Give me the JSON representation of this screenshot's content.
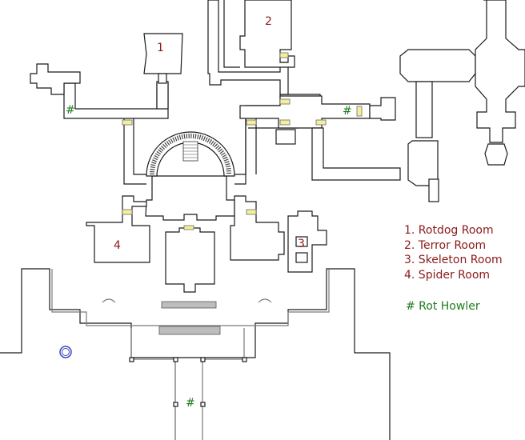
{
  "legend": {
    "rooms": [
      {
        "text": "1. Rotdog Room"
      },
      {
        "text": "2. Terror Room"
      },
      {
        "text": "3. Skeleton Room"
      },
      {
        "text": "4. Spider Room"
      }
    ],
    "enemy": "# Rot Howler"
  },
  "room_labels": [
    "1",
    "2",
    "3",
    "4"
  ],
  "marker_symbol": "#",
  "colors": {
    "room_label": "#8b1a1a",
    "enemy_marker": "#1f7a1f",
    "door": "#f3ef9a",
    "wall": "#1a1a1a"
  }
}
